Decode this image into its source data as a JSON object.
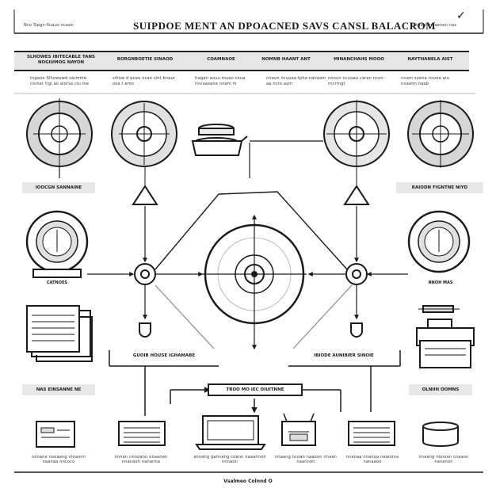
{
  "header": {
    "left_text": "Nco Slpgs-fluaus ncaan",
    "title": "SUIPDOE MENT AN DPOACNED SAVS CANSL BALACROM",
    "right_text": "S tob turmaenen nas"
  },
  "columns": [
    {
      "label": "SLHOWES IBITECABLE TANS NOGIUMOG NAYON",
      "desc": "tngaon Slhowewd carmme corner tigi ao alorsa ciu me"
    },
    {
      "label": "BORGNBOETIE SINAOD",
      "desc": "sihow d poaa ncao slnt bnaur ooa t emo"
    },
    {
      "label": "COAMNAOE",
      "desc": "tiagan aouu muao coua nncuasane nnam m"
    },
    {
      "label": "NOMNB HAANT ANT",
      "desc": "nnoun ncuuaa tpha nanaam aa ncro avm"
    },
    {
      "label": "MINANCHAHS MOOO",
      "desc": "nnoun ncuuaa caran ncon rncrrngt"
    },
    {
      "label": "NAYTHANELA AIST",
      "desc": "nnam suena ncuoa aiu nnaonn naab"
    }
  ],
  "tags": {
    "left_mid": "IOOCGN SANNAINE",
    "right_mid": "RAIODN FIGNTNE NIYD",
    "left_gauge": "CATNOES",
    "right_gauge": "NNOH MAS",
    "left_low": "NAS EINSANNE NE",
    "right_low": "OLNIIH OOMNS"
  },
  "boxes": {
    "left_bar": "GUOIB HOUSE IGHAMABE",
    "right_bar": "IBIODE AUNIBIER SINOIE",
    "center_bar": "TROO MO IEC OIUITNNE"
  },
  "bottom_captions": [
    "nonane nooaang ninaonn naanaa nncoco",
    "nnnan nnnoann onaanan nnanaon nananna",
    "annang gannang coann naaannon nnnaon",
    "nnaang ncoan naaoon nnaan naannon",
    "nnanaa nnanoa naanona nanaaoo",
    "nnaang nonoan cnaaon nananon"
  ],
  "footer": "Vsalmeo Colnnd O",
  "colors": {
    "ink": "#1a1a1a",
    "band": "#e6e6e6",
    "ring": "#d6d6d6",
    "tag": "#e8e8e8"
  }
}
